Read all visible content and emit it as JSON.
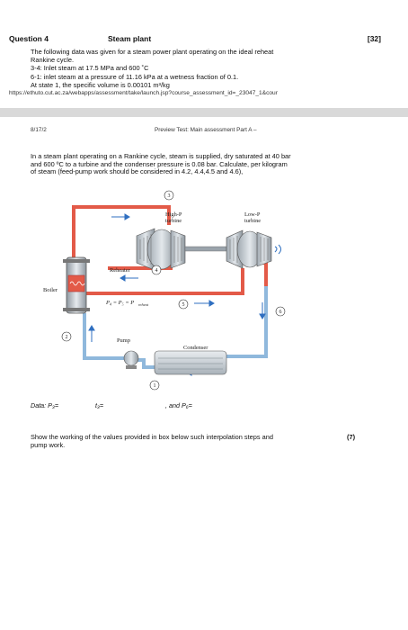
{
  "question": {
    "number": "Question 4",
    "title": "Steam plant",
    "marks": "[32]",
    "body_lines": [
      "The following data was given for a steam power plant operating on the ideal reheat",
      "Rankine cycle.",
      "3-4: Inlet steam at 17.5 MPa and 600 ˚C",
      "6-1: inlet steam at a pressure of 11.16 kPa at a wetness fraction of 0.1.",
      "At state 1, the specific volume is 0.00101 m³/kg"
    ],
    "url": "https://ethuto.cut.ac.za/webapps/assessment/take/launch.jsp?course_assessment_id=_23047_1&cour"
  },
  "print_header": {
    "date": "8/17/2",
    "title": "Preview Test: Main assessment Part A –"
  },
  "problem_lines": [
    "In a steam plant operating on a Rankine cycle, steam is supplied, dry saturated at 40 bar",
    "and 600 ºC to a turbine and the condenser pressure is 0.08 bar. Calculate, per kilogram",
    "of steam (feed-pump work should be considered in 4.2, 4.4,4.5 and 4.6),"
  ],
  "diagram": {
    "labels": {
      "hp_turbine_1": "High-P",
      "hp_turbine_2": "turbine",
      "lp_turbine_1": "Low-P",
      "lp_turbine_2": "turbine",
      "reheater": "Reheater",
      "boiler": "Boiler",
      "pump": "Pump",
      "condenser": "Condenser",
      "pressure_eq": "P₄ = P₅ = P",
      "pressure_sub": "reheat"
    },
    "states": [
      "1",
      "2",
      "3",
      "4",
      "5",
      "6"
    ],
    "colors": {
      "hot_pipe": "#e35a48",
      "cold_pipe": "#8fb8dc",
      "arrow": "#2f6fc0"
    }
  },
  "data_line": {
    "p3": "Data: P₃=",
    "t3": "t₃=",
    "p6": ", and P₆="
  },
  "instruction": {
    "lines": [
      "Show the working of the values provided in box below such interpolation steps and",
      "pump work."
    ],
    "marks": "(7)"
  }
}
